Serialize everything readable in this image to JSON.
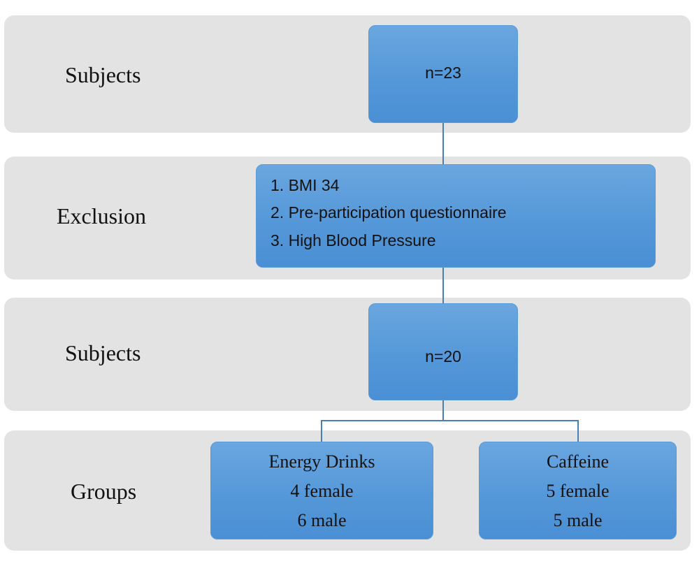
{
  "bands": [
    {
      "label": "Subjects"
    },
    {
      "label": "Exclusion"
    },
    {
      "label": "Subjects"
    },
    {
      "label": "Groups"
    }
  ],
  "nodes": {
    "subjects_initial": "n=23",
    "exclusion_items": [
      "1. BMI 34",
      "2. Pre-participation questionnaire",
      "3. High Blood Pressure"
    ],
    "subjects_final": "n=20",
    "group_energy": {
      "name": "Energy Drinks",
      "female": "4 female",
      "male": "6 male"
    },
    "group_caffeine": {
      "name": "Caffeine",
      "female": "5 female",
      "male": "5 male"
    }
  },
  "colors": {
    "band_background": "#e3e3e3",
    "node_fill": "#5598d9",
    "connector": "#4a7eb8"
  }
}
